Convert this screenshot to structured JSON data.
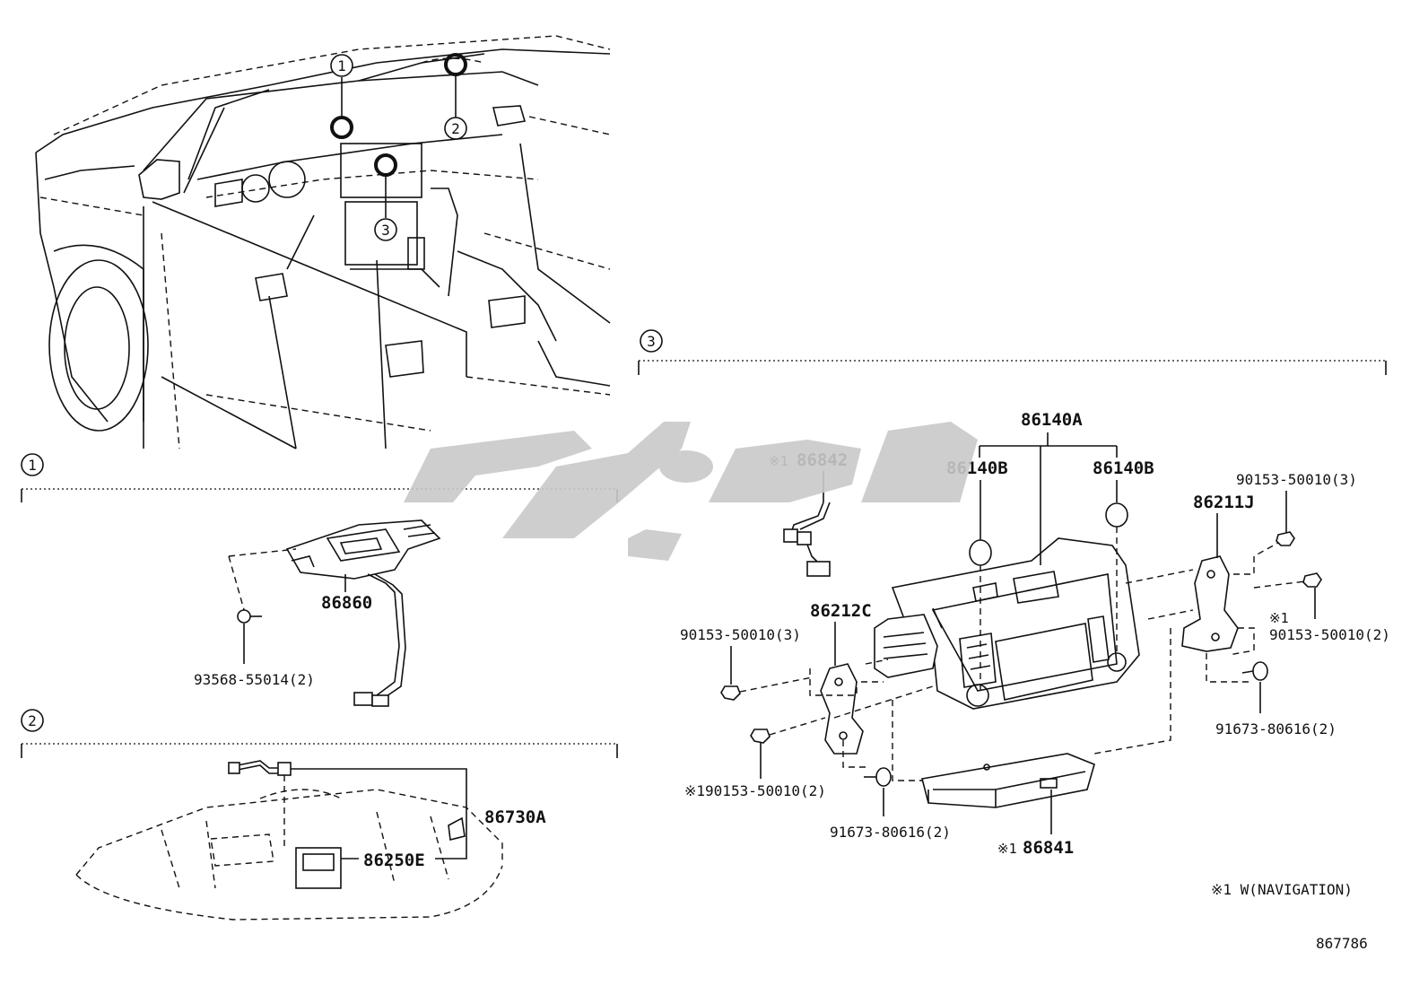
{
  "callouts": {
    "c1": "1",
    "c2": "2",
    "c3": "3"
  },
  "section1": {
    "marker": "1",
    "part_main": "86860",
    "bolt": "93568-55014(2)"
  },
  "section2": {
    "marker": "2",
    "part_harness": "86730A",
    "part_unit": "86250E"
  },
  "section3": {
    "marker": "3",
    "main_assembly": "86140A",
    "knob_left": "86140B",
    "knob_right": "86140B",
    "wire": "86842",
    "wire_note": "※1",
    "bracket_left": "86212C",
    "bracket_right": "86211J",
    "screw_left_top": "90153-50010(3)",
    "screw_left_bottom": "※190153-50010(2)",
    "screw_right_top": "90153-50010(3)",
    "screw_right_mid_note": "※1",
    "screw_right_mid": "90153-50010(2)",
    "screw_right_bottom": "91673-80616(2)",
    "screw_center_bottom": "91673-80616(2)",
    "module": "86841",
    "module_note": "※1"
  },
  "footnote": "※1 W(NAVIGATION)",
  "diagram_id": "867786",
  "watermark_color": "#c9c9c9"
}
